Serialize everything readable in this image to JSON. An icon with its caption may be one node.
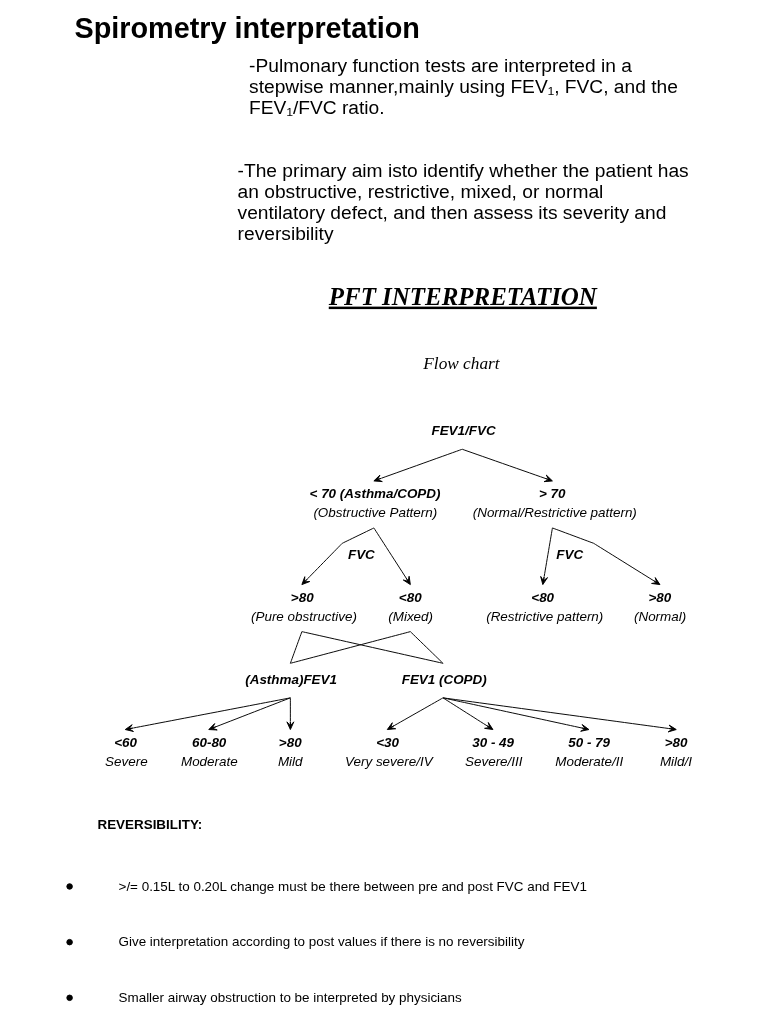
{
  "diagram": {
    "title": "Spirometry interpretation",
    "nodes": [
      {
        "text": [
          "FEV1/FVC"
        ]
      },
      {
        "text": [
          "< 70 (Asthma/COPD)",
          "(Obstructive Pattern)"
        ]
      },
      {
        "text": [
          "> 70",
          "(Normal/Restrictive pattern)"
        ]
      },
      {
        "text": [
          ">80",
          "(Pure obstructive)"
        ]
      },
      {
        "text": [
          "<80",
          "(Mixed)"
        ]
      },
      {
        "text": [
          "<80",
          "(Restrictive pattern)"
        ]
      },
      {
        "text": [
          ">80",
          "(Normal)"
        ]
      },
      {
        "text": [
          "(Asthma)FEV1"
        ]
      },
      {
        "text": [
          "FEV1 (COPD)"
        ]
      },
      {
        "text": [
          "<60",
          "Severe"
        ]
      },
      {
        "text": [
          "60-80",
          "Moderate"
        ]
      },
      {
        "text": [
          ">80",
          "Mild"
        ]
      },
      {
        "text": [
          "<30",
          "Very severe/IV"
        ]
      },
      {
        "text": [
          "30 - 49",
          "Severe/III"
        ]
      },
      {
        "text": [
          "50 - 79",
          "Moderate/II"
        ]
      },
      {
        "text": [
          ">80",
          "Mild/I"
        ]
      }
    ],
    "edges": [
      {
        "from": 0,
        "to": 1,
        "arrow": "to"
      },
      {
        "from": 0,
        "to": 2,
        "arrow": "to"
      },
      {
        "from": 1,
        "to": 3,
        "arrow": "to",
        "label": "FVC"
      },
      {
        "from": 1,
        "to": 4,
        "arrow": "to"
      },
      {
        "from": 2,
        "to": 5,
        "arrow": "to",
        "label": "FVC"
      },
      {
        "from": 2,
        "to": 6,
        "arrow": "to"
      },
      {
        "from": 3,
        "to": 7,
        "arrow": "none"
      },
      {
        "from": 4,
        "to": 7,
        "arrow": "none"
      },
      {
        "from": 3,
        "to": 8,
        "arrow": "none"
      },
      {
        "from": 4,
        "to": 8,
        "arrow": "none"
      },
      {
        "from": 7,
        "to": 9,
        "arrow": "to"
      },
      {
        "from": 7,
        "to": 10,
        "arrow": "to"
      },
      {
        "from": 7,
        "to": 11,
        "arrow": "to"
      },
      {
        "from": 8,
        "to": 12,
        "arrow": "to"
      },
      {
        "from": 8,
        "to": 13,
        "arrow": "to"
      },
      {
        "from": 8,
        "to": 14,
        "arrow": "to"
      },
      {
        "from": 8,
        "to": 15,
        "arrow": "to"
      }
    ],
    "labels": [
      "-Pulmonary function tests are interpreted in a stepwise manner,mainly using FEV₁, FVC, and the FEV₁/FVC ratio.",
      "-The primary aim isto identify whether the patient has an obstructive, restrictive, mixed, or normal ventilatory defect, and then assess its severity and reversibility",
      "PFT INTERPRETATION",
      "Flow chart",
      "REVERSIBILITY:",
      ">/= 0.15L to 0.20L change must be there between pre and post FVC and FEV1",
      "Give interpretation according to post values if there is no reversibility",
      "Smaller airway obstruction to be interpreted by physicians"
    ]
  }
}
